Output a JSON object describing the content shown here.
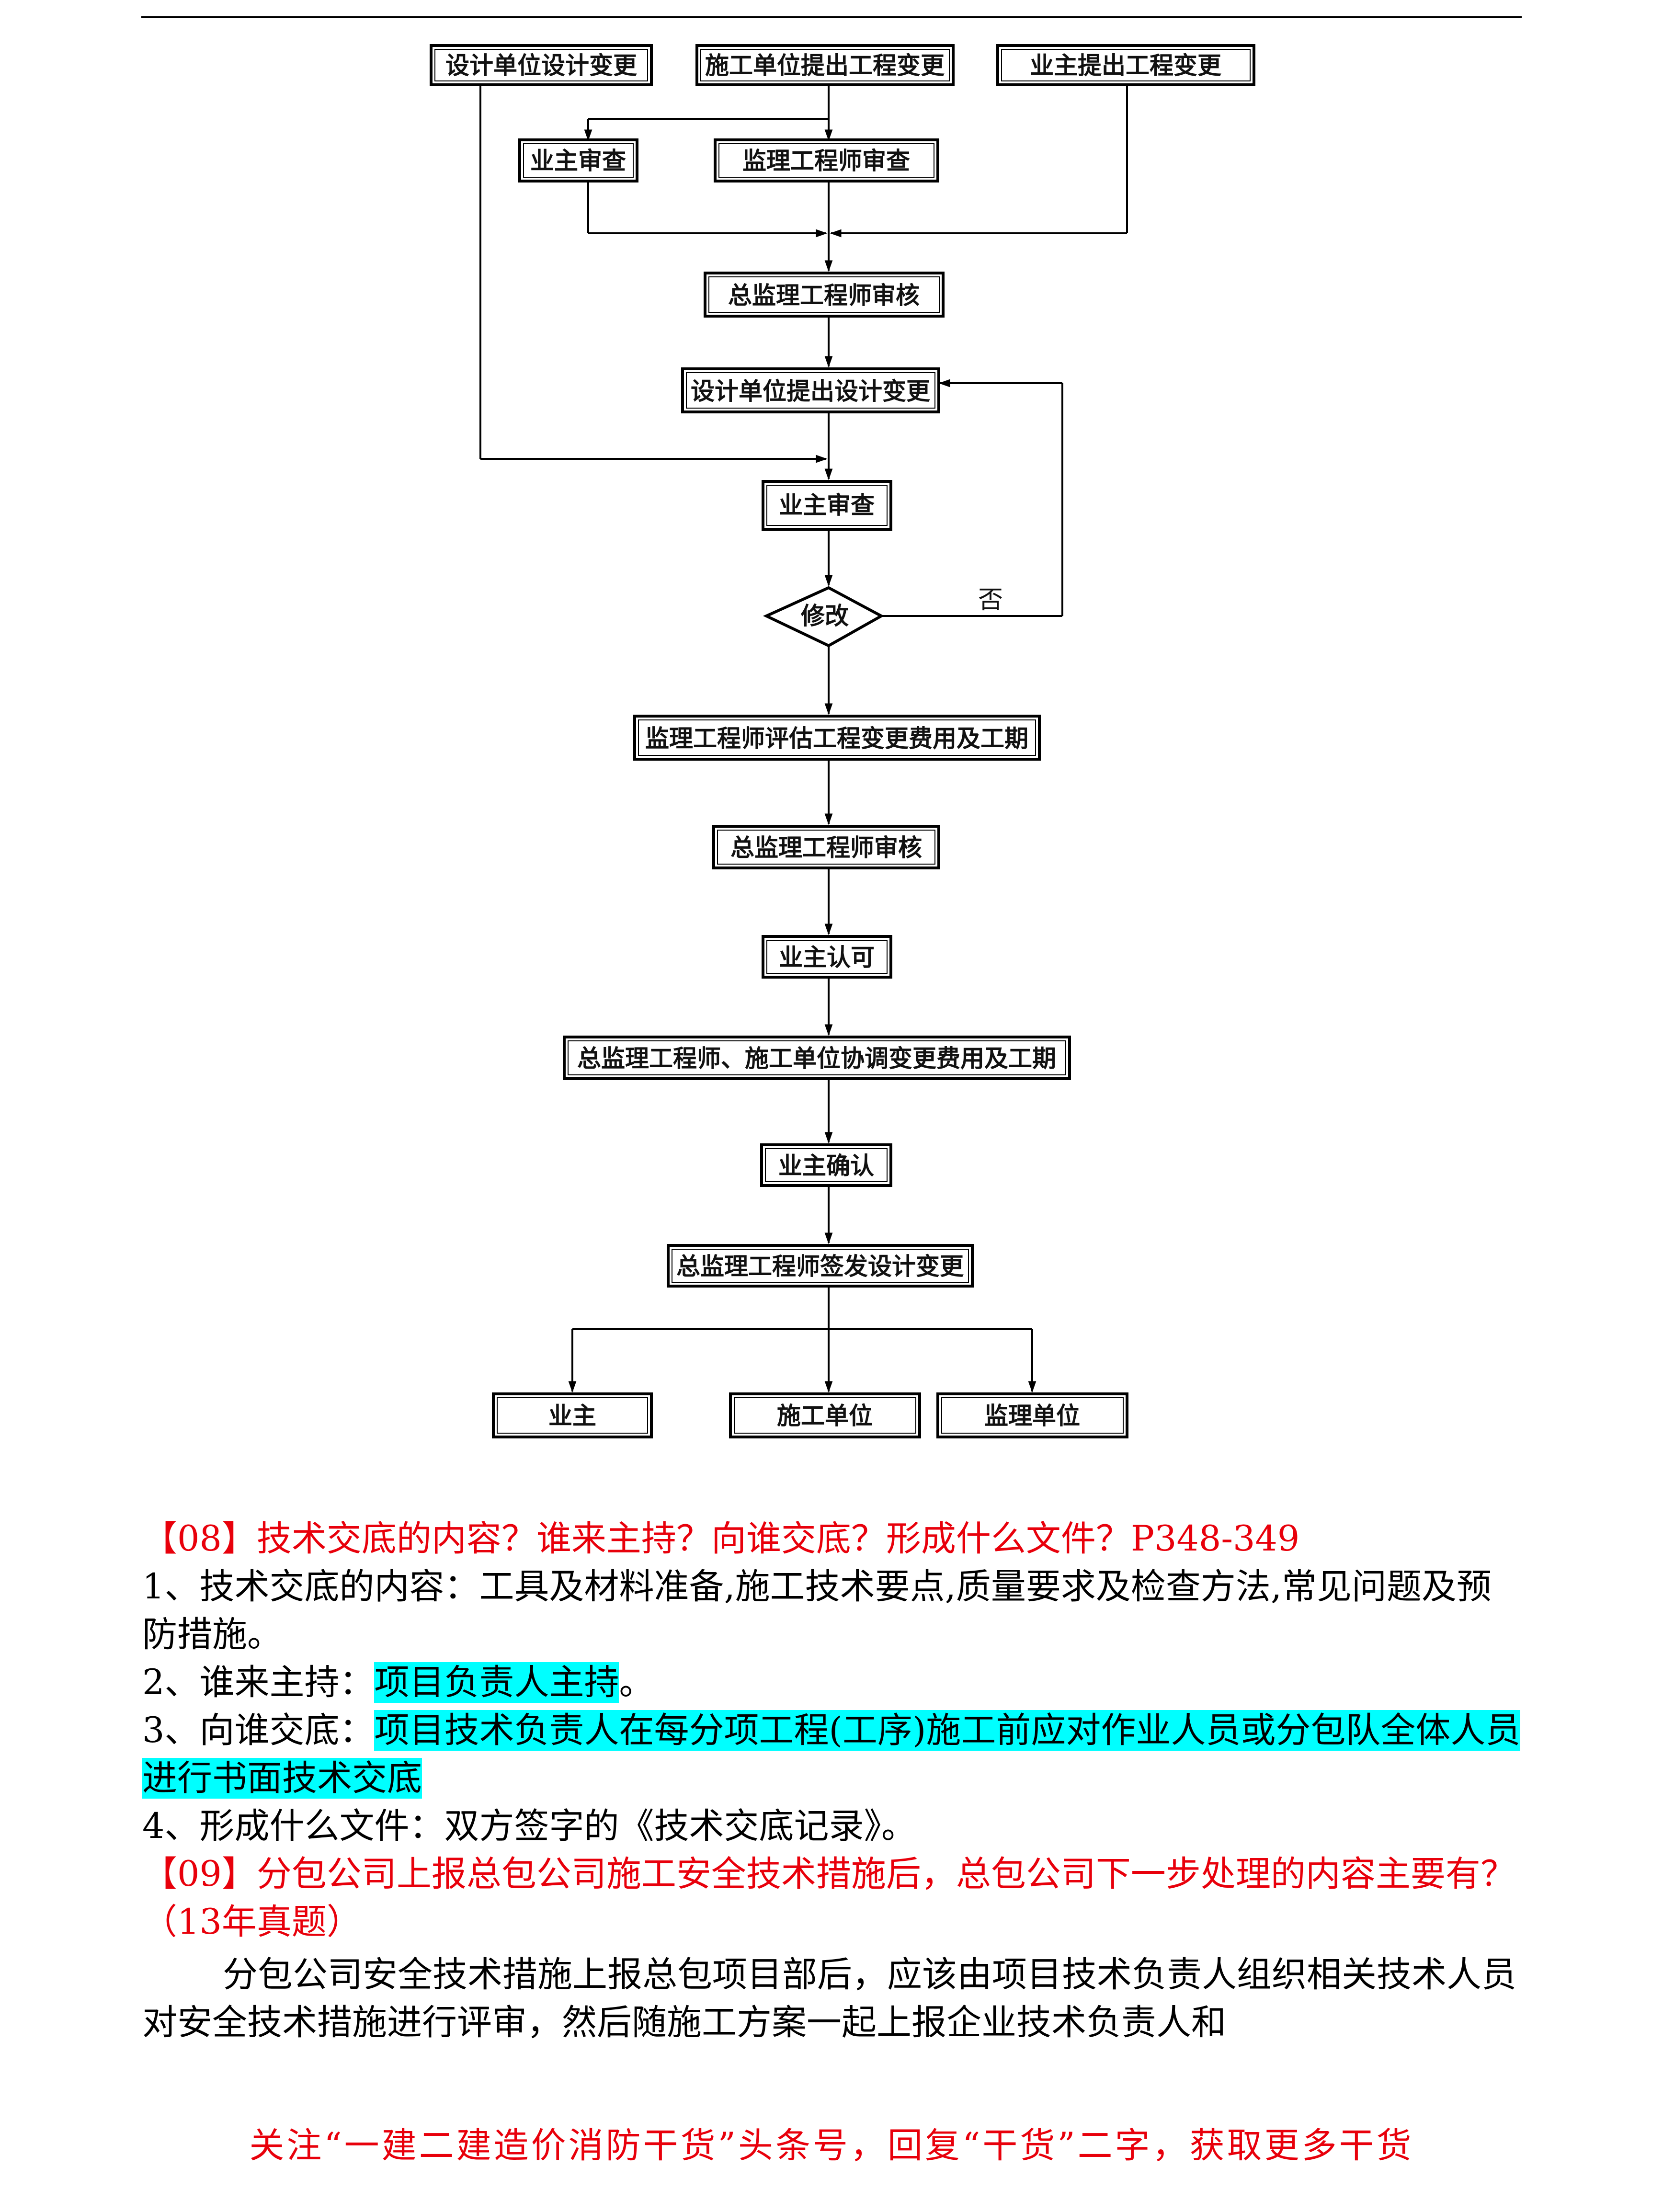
{
  "flowchart": {
    "nodes": {
      "n1": "设计单位设计变更",
      "n2": "施工单位提出工程变更",
      "n3": "业主提出工程变更",
      "n4": "业主审查",
      "n5": "监理工程师审查",
      "n6": "总监理工程师审核",
      "n7": "设计单位提出设计变更",
      "n8": "业主审查",
      "n9": "修改",
      "n10": "监理工程师评估工程变更费用及工期",
      "n11": "总监理工程师审核",
      "n12": "业主认可",
      "n13": "总监理工程师、施工单位协调变更费用及工期",
      "n14": "业主确认",
      "n15": "总监理工程师签发设计变更",
      "n16": "业主",
      "n17": "施工单位",
      "n18": "监理单位"
    },
    "no_label": "否"
  },
  "q08": {
    "title": "【08】技术交底的内容？谁来主持？向谁交底？形成什么文件？P348-349",
    "a1": "1、技术交底的内容：工具及材料准备,施工技术要点,质量要求及检查方法,常见问题及预防措施。",
    "a2_label": "2、谁来主持：",
    "a2_text": "项目负责人主持",
    "a2_end": "。",
    "a3_label": "3、向谁交底：",
    "a3_text": "项目技术负责人在每分项工程(工序)施工前应对作业人员或分包队全体人员进行书面技术交底",
    "a4": "4、形成什么文件：双方签字的《技术交底记录》。"
  },
  "q09": {
    "title": "【09】分包公司上报总包公司施工安全技术措施后，总包公司下一步处理的内容主要有？（13年真题）",
    "para": "分包公司安全技术措施上报总包项目部后，应该由项目技术负责人组织相关技术人员对安全技术措施进行评审，然后随施工方案一起上报企业技术负责人和"
  },
  "footer": "关注“一建二建造价消防干货”头条号，回复“干货”二字，获取更多干货",
  "colors": {
    "question": "#e8000b",
    "highlight": "#00ffff"
  }
}
